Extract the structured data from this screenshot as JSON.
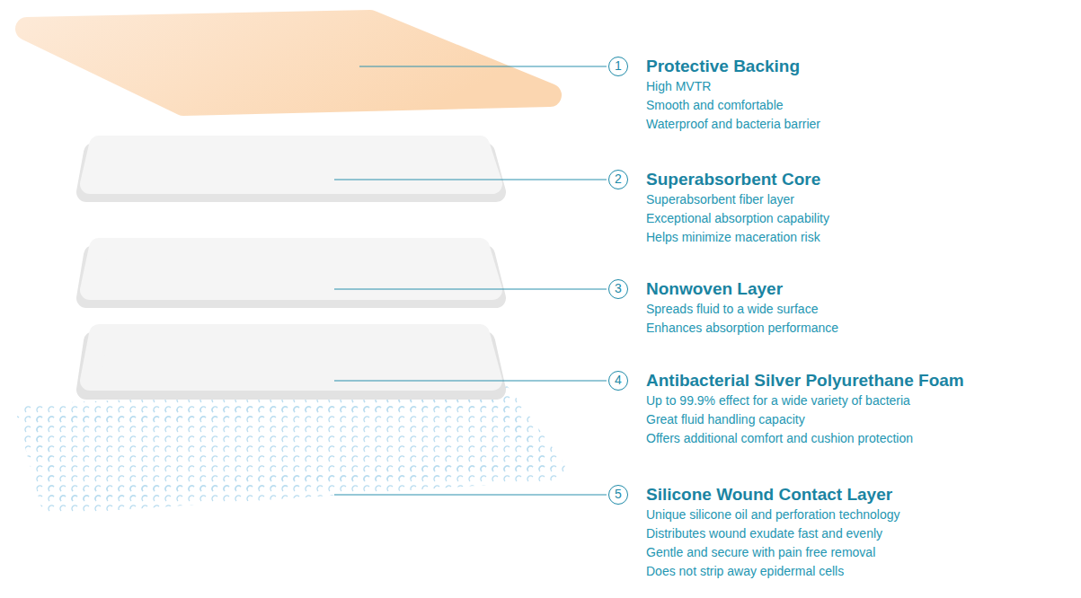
{
  "diagram": {
    "nodes": [
      {
        "text": [
          "1",
          "Protective Backing",
          "High MVTR",
          "Smooth and comfortable",
          "Waterproof and bacteria barrier"
        ]
      },
      {
        "text": [
          "2",
          "Superabsorbent Core",
          "Superabsorbent fiber layer",
          "Exceptional absorption capability",
          "Helps minimize maceration risk"
        ]
      },
      {
        "text": [
          "3",
          "Nonwoven Layer",
          "Spreads fluid to a wide surface",
          "Enhances absorption performance"
        ]
      },
      {
        "text": [
          "4",
          "Antibacterial Silver Polyurethane Foam",
          "Up to 99.9% effect for a wide variety of bacteria",
          "Great fluid handling capacity",
          "Offers additional comfort and cushion protection"
        ]
      },
      {
        "text": [
          "5",
          "Silicone Wound Contact Layer",
          "Unique silicone oil and perforation technology",
          "Distributes wound exudate fast and evenly",
          "Gentle and secure with pain free removal",
          "Does not strip away epidermal cells"
        ]
      }
    ]
  }
}
